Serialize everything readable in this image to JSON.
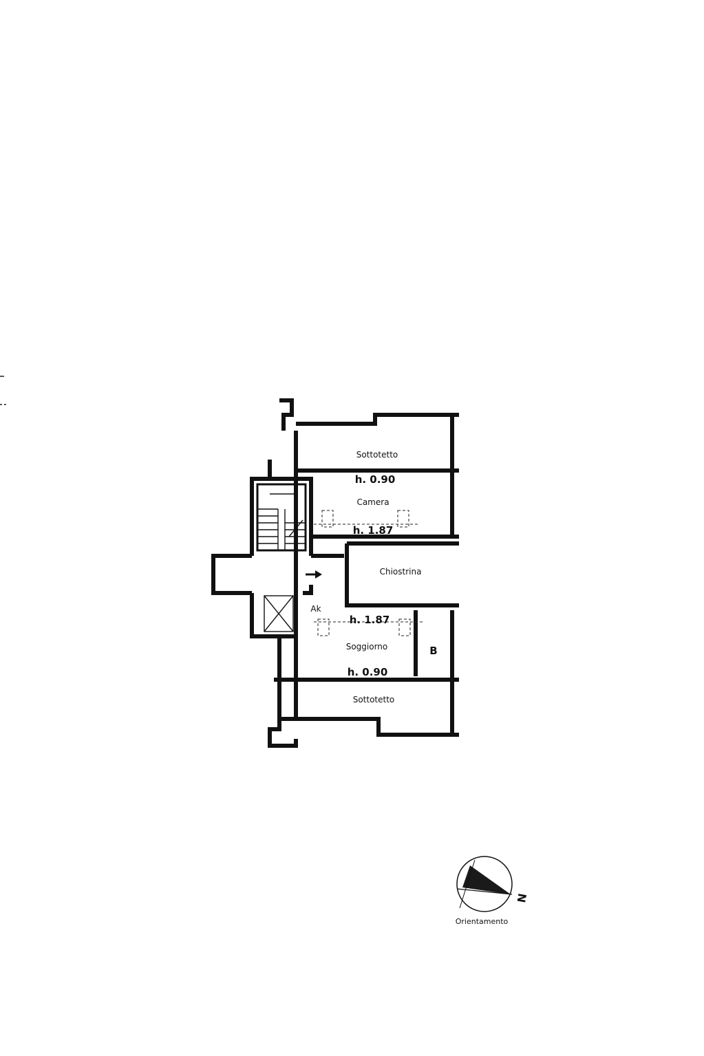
{
  "plan": {
    "rooms": {
      "sottotetto_top": "Sottotetto",
      "camera": "Camera",
      "chiostrina": "Chiostrina",
      "soggiorno": "Soggiorno",
      "bagno": "B",
      "ak": "Ak",
      "sottotetto_bottom": "Sottotetto"
    },
    "heights": {
      "camera_top": "h. 0.90",
      "camera_bottom": "h. 1.87",
      "soggiorno_top": "h. 1.87",
      "soggiorno_bottom": "h. 0.90"
    }
  },
  "compass": {
    "label": "Orientamento",
    "north": "N"
  }
}
